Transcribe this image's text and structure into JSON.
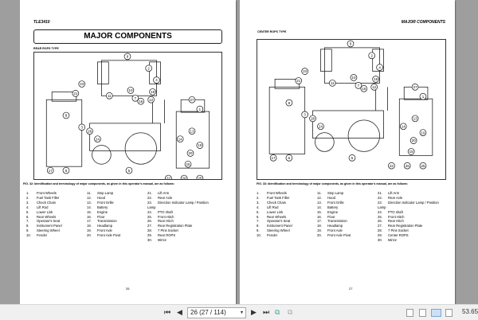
{
  "left_page": {
    "header": "TLE3410",
    "title": "MAJOR COMPONENTS",
    "subtitle": "REAR ROPS TYPE",
    "caption": "FIG. 32: Identification and terminology of major components, as given in this operator's manual, are as follows:",
    "page_number": "26"
  },
  "right_page": {
    "header": "MAJOR COMPONENTS",
    "subtitle": "CENTER ROPS TYPE",
    "caption": "FIG. 33: Identification and terminology of major components, as given in this operator's manual, are as follows:",
    "page_number": "27"
  },
  "left_items": [
    [
      "1.",
      "Front Wheels"
    ],
    [
      "2.",
      "Fuel Tank Filler"
    ],
    [
      "3.",
      "Check Chain"
    ],
    [
      "4.",
      "Lift Rod"
    ],
    [
      "5.",
      "Lower Link"
    ],
    [
      "6.",
      "Rear Wheels"
    ],
    [
      "7.",
      "Operator's Seat"
    ],
    [
      "8.",
      "Instrument Panel"
    ],
    [
      "9.",
      "Steering Wheel"
    ],
    [
      "10.",
      "Fender"
    ],
    [
      "11.",
      "Stop Lamp"
    ],
    [
      "12.",
      "Hood"
    ],
    [
      "13.",
      "Front Grille"
    ],
    [
      "14.",
      "Battery"
    ],
    [
      "15.",
      "Engine"
    ],
    [
      "16.",
      "Floor"
    ],
    [
      "17.",
      "Transmission"
    ],
    [
      "18.",
      "Headlamp"
    ],
    [
      "19.",
      "Front Axle"
    ],
    [
      "20.",
      "Front Axle Pivot"
    ],
    [
      "21.",
      "Lift Arm"
    ],
    [
      "22.",
      "Rear Axle"
    ],
    [
      "23.",
      "Direction Indicator Lamp / Position Lamp"
    ],
    [
      "24.",
      "PTO shaft"
    ],
    [
      "25.",
      "Front Hitch"
    ],
    [
      "26.",
      "Rear Hitch"
    ],
    [
      "27.",
      "Rear Registration Plate"
    ],
    [
      "28.",
      "7 Pins Socket"
    ],
    [
      "29.",
      "Rear ROPS"
    ],
    [
      "30.",
      "Mirror"
    ]
  ],
  "right_items": [
    [
      "1.",
      "Front Wheels"
    ],
    [
      "2.",
      "Fuel Tank Filler"
    ],
    [
      "3.",
      "Check Chain"
    ],
    [
      "4.",
      "Lift Rod"
    ],
    [
      "5.",
      "Lower Link"
    ],
    [
      "6.",
      "Rear Wheels"
    ],
    [
      "7.",
      "Operator's Seat"
    ],
    [
      "8.",
      "Instrument Panel"
    ],
    [
      "9.",
      "Steering Wheel"
    ],
    [
      "10.",
      "Fender"
    ],
    [
      "11.",
      "Stop Lamp"
    ],
    [
      "12.",
      "Hood"
    ],
    [
      "13.",
      "Front Grille"
    ],
    [
      "14.",
      "Battery"
    ],
    [
      "15.",
      "Engine"
    ],
    [
      "16.",
      "Floor"
    ],
    [
      "17.",
      "Transmission"
    ],
    [
      "18.",
      "Headlamp"
    ],
    [
      "19.",
      "Front Axle"
    ],
    [
      "20.",
      "Front Axle Pivot"
    ],
    [
      "21.",
      "Lift Arm"
    ],
    [
      "22.",
      "Rear Axle"
    ],
    [
      "23.",
      "Direction Indicator Lamp / Position Lamp"
    ],
    [
      "24.",
      "PTO shaft"
    ],
    [
      "25.",
      "Front Hitch"
    ],
    [
      "26.",
      "Rear Hitch"
    ],
    [
      "27.",
      "Rear Registration Plate"
    ],
    [
      "28.",
      "7 Pins Socket"
    ],
    [
      "29.",
      "Center ROPS"
    ],
    [
      "30.",
      "Mirror"
    ]
  ],
  "callouts": [
    "9",
    "2",
    "4",
    "18",
    "12",
    "16",
    "7",
    "10",
    "11",
    "23",
    "21",
    "27",
    "1",
    "13",
    "3",
    "8",
    "14",
    "19",
    "20",
    "15",
    "17",
    "6",
    "28",
    "24",
    "5",
    "22",
    "26",
    "25"
  ],
  "toolbar": {
    "page_field": "26 (27 / 114)",
    "zoom": "53.65",
    "active_view": "two-page"
  }
}
